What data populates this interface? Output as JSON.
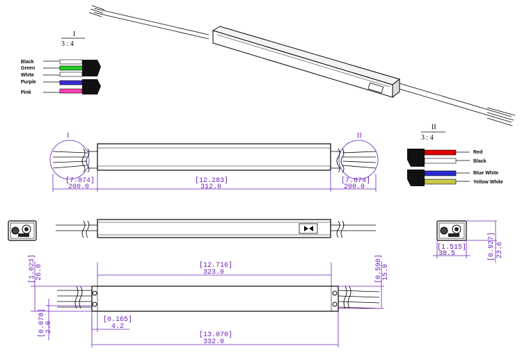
{
  "detail_i": {
    "title": "I",
    "scale": "3 : 4",
    "wires": [
      "Black",
      "Green",
      "White",
      "Purple",
      "Pink"
    ]
  },
  "detail_ii": {
    "title": "II",
    "scale": "3 : 4",
    "wires": [
      "Red",
      "Black",
      "Blue White",
      "Yellow White"
    ]
  },
  "top_view": {
    "callout_left": "I",
    "callout_right": "II",
    "dim_left_in": "[7.874]",
    "dim_left_mm": "200.0",
    "dim_center_in": "[12.283]",
    "dim_center_mm": "312.0",
    "dim_right_in": "[7.874]",
    "dim_right_mm": "200.0"
  },
  "end_view_right": {
    "width_in": "[1.515]",
    "width_mm": "38.5",
    "height_in": "[0.927]",
    "height_mm": "23.6"
  },
  "bottom_view": {
    "inner_in": "[12.716]",
    "inner_mm": "323.0",
    "outer_in": "[13.070]",
    "outer_mm": "332.0",
    "hole_in": "[0.165]",
    "hole_mm": "4.2",
    "left_h_in": "[1.023]",
    "left_h_mm": "26.0",
    "left_small_in": "[0.078]",
    "left_small_mm": "2.0",
    "right_h_in": "[0.590]",
    "right_h_mm": "15.0"
  },
  "colors": {
    "red": "#e00000",
    "green": "#22cc22",
    "purple": "#3a2bd6",
    "pink": "#ff3fb0",
    "yellow": "#c8c84a",
    "blue": "#2a2ad0",
    "dim": "#6a1fb5"
  }
}
